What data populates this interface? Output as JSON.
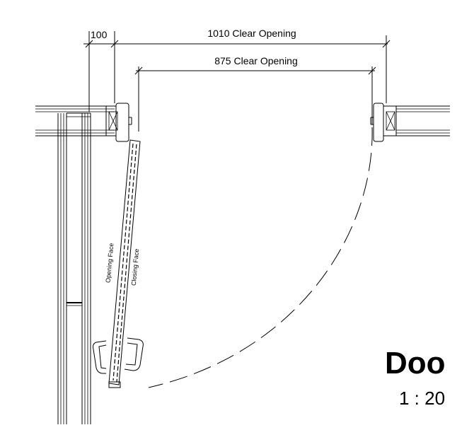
{
  "dimensions": {
    "frame_width": "100",
    "outer_clear_opening": "1010 Clear Opening",
    "inner_clear_opening": "875 Clear Opening"
  },
  "door_leaf": {
    "opening_face": "Opening Face",
    "closing_face": "Closing Face"
  },
  "title_block": {
    "title": "Doo",
    "scale": "1 : 20"
  }
}
